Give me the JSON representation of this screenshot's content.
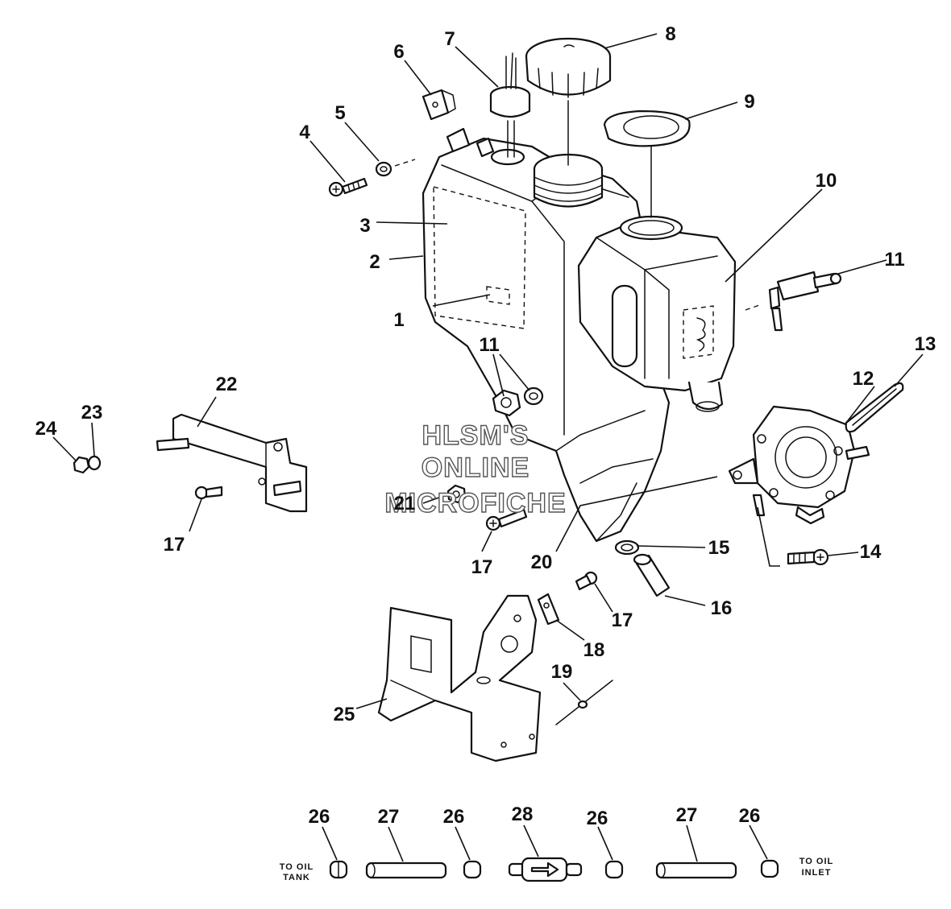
{
  "watermark": {
    "line1": "HLSM'S",
    "line2": "ONLINE",
    "line3": "MICROFICHE"
  },
  "side_labels": {
    "to_oil_tank_1": "TO OIL",
    "to_oil_tank_2": "TANK",
    "to_oil_inlet_1": "TO OIL",
    "to_oil_inlet_2": "INLET"
  },
  "callouts": {
    "c1": "1",
    "c2": "2",
    "c3": "3",
    "c4": "4",
    "c5": "5",
    "c6": "6",
    "c7": "7",
    "c8": "8",
    "c9": "9",
    "c10": "10",
    "c11a": "11",
    "c11b": "11",
    "c12": "12",
    "c13": "13",
    "c14": "14",
    "c15": "15",
    "c16": "16",
    "c17a": "17",
    "c17b": "17",
    "c17c": "17",
    "c18": "18",
    "c19": "19",
    "c20": "20",
    "c21": "21",
    "c22": "22",
    "c23": "23",
    "c24": "24",
    "c25": "25",
    "c26a": "26",
    "c26b": "26",
    "c26c": "26",
    "c26d": "26",
    "c27a": "27",
    "c27b": "27",
    "c28": "28"
  }
}
